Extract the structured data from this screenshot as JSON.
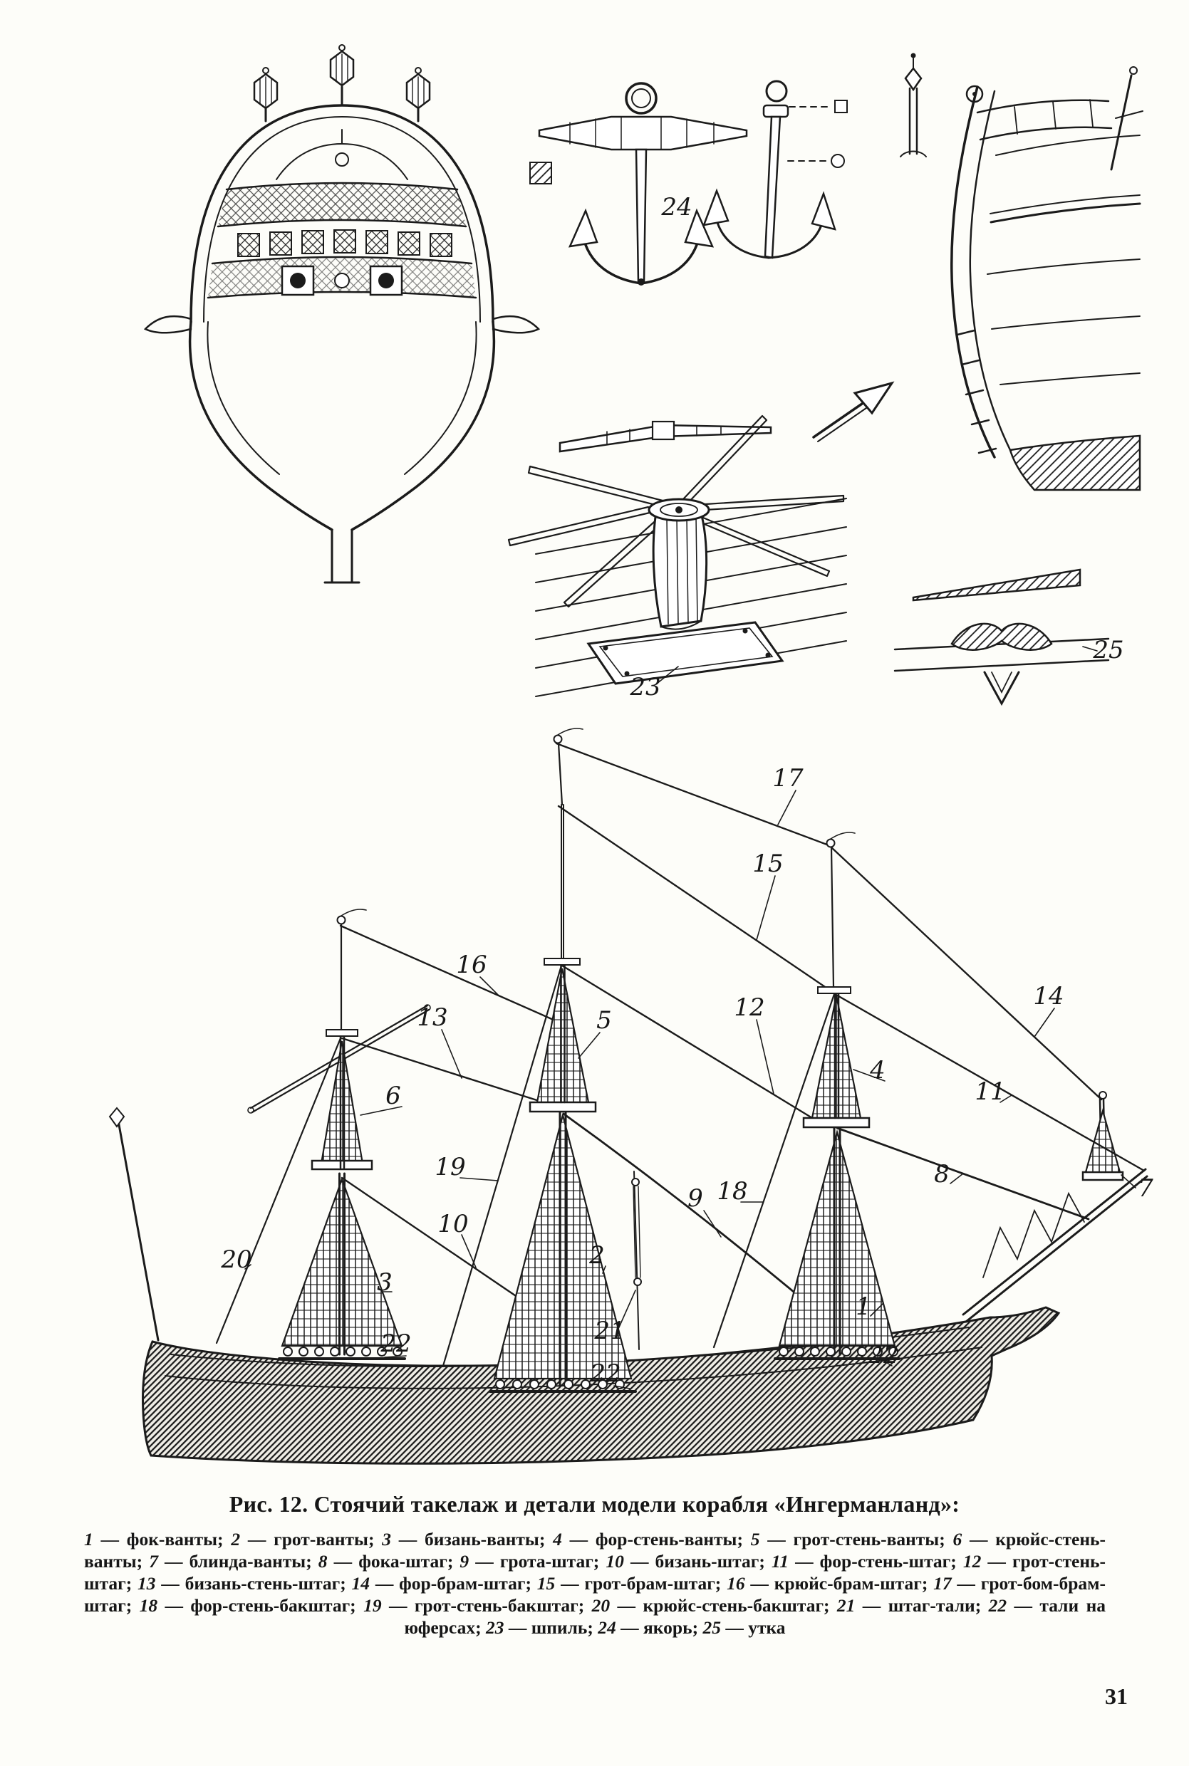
{
  "page": {
    "number": "31"
  },
  "colors": {
    "ink": "#1b1b1b",
    "paper": "#fdfdf9"
  },
  "caption": {
    "label": "Рис. 12. ",
    "title": "Стоячий такелаж и детали модели корабля «Ингерманланд»:"
  },
  "figure": {
    "labels": [
      "1",
      "2",
      "3",
      "4",
      "5",
      "6",
      "7",
      "8",
      "9",
      "10",
      "11",
      "12",
      "13",
      "14",
      "15",
      "16",
      "17",
      "18",
      "19",
      "20",
      "21",
      "22",
      "23",
      "24",
      "25"
    ]
  },
  "legend": {
    "items": [
      {
        "n": "1",
        "t": " — фок-ванты; "
      },
      {
        "n": "2",
        "t": " — грот-ванты; "
      },
      {
        "n": "3",
        "t": " — бизань-ванты; "
      },
      {
        "n": "4",
        "t": " — фор-стень-ванты; "
      },
      {
        "n": "5",
        "t": " — грот-стень-ванты; "
      },
      {
        "n": "6",
        "t": " — крюйс-стень-ванты; "
      },
      {
        "n": "7",
        "t": " — блинда-ванты; "
      },
      {
        "n": "8",
        "t": " — фока-штаг; "
      },
      {
        "n": "9",
        "t": " — грота-штаг; "
      },
      {
        "n": "10",
        "t": " — бизань-штаг; "
      },
      {
        "n": "11",
        "t": " — фор-стень-штаг; "
      },
      {
        "n": "12",
        "t": " — грот-стень-штаг; "
      },
      {
        "n": "13",
        "t": " — бизань-стень-штаг; "
      },
      {
        "n": "14",
        "t": " — фор-брам-штаг; "
      },
      {
        "n": "15",
        "t": " — грот-брам-штаг; "
      },
      {
        "n": "16",
        "t": " — крюйс-брам-штаг; "
      },
      {
        "n": "17",
        "t": " — грот-бом-брам-штаг; "
      },
      {
        "n": "18",
        "t": " — фор-стень-бакштаг; "
      },
      {
        "n": "19",
        "t": " — грот-стень-бакштаг; "
      },
      {
        "n": "20",
        "t": " — крюйс-стень-бакштаг; "
      },
      {
        "n": "21",
        "t": " — штаг-тали; "
      },
      {
        "n": "22",
        "t": " — тали на юферсах; "
      },
      {
        "n": "23",
        "t": " — шпиль; "
      },
      {
        "n": "24",
        "t": " — якорь; "
      },
      {
        "n": "25",
        "t": " — утка"
      }
    ]
  }
}
